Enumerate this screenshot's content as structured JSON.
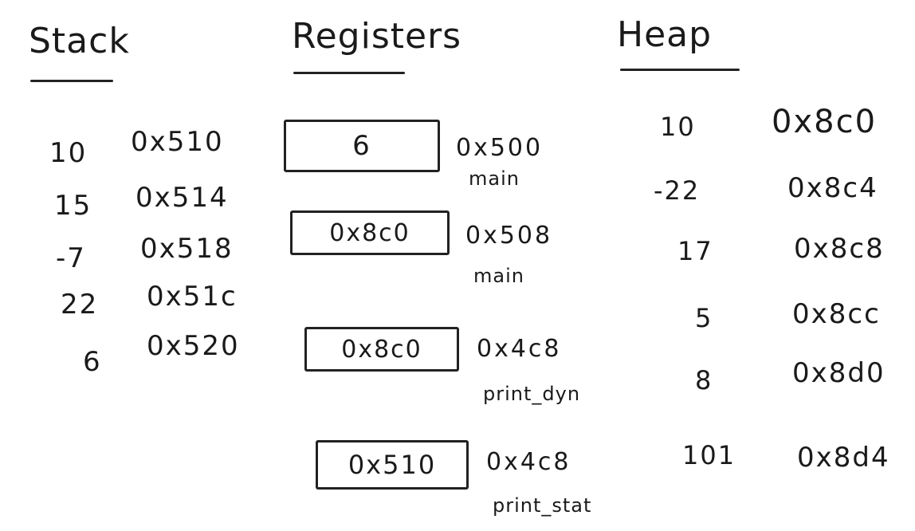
{
  "stack": {
    "title": "Stack",
    "entries": [
      {
        "value": "10",
        "address": "0x510"
      },
      {
        "value": "15",
        "address": "0x514"
      },
      {
        "value": "-7",
        "address": "0x518"
      },
      {
        "value": "22",
        "address": "0x51c"
      },
      {
        "value": "6",
        "address": "0x520"
      }
    ]
  },
  "registers": {
    "title": "Registers",
    "entries": [
      {
        "value": "6",
        "address": "0x500",
        "function": "main"
      },
      {
        "value": "0x8c0",
        "address": "0x508",
        "function": "main"
      },
      {
        "value": "0x8c0",
        "address": "0x4c8",
        "function": "print_dyn"
      },
      {
        "value": "0x510",
        "address": "0x4c8",
        "function": "print_stat"
      }
    ]
  },
  "heap": {
    "title": "Heap",
    "entries": [
      {
        "value": "10",
        "address": "0x8c0"
      },
      {
        "value": "-22",
        "address": "0x8c4"
      },
      {
        "value": "17",
        "address": "0x8c8"
      },
      {
        "value": "5",
        "address": "0x8cc"
      },
      {
        "value": "8",
        "address": "0x8d0"
      },
      {
        "value": "101",
        "address": "0x8d4"
      }
    ]
  }
}
